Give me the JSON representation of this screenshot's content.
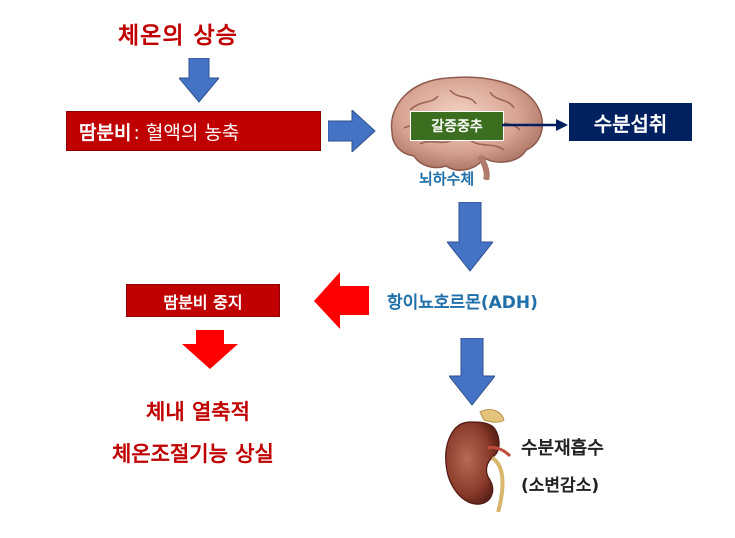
{
  "title": "체온의 상승",
  "sweat_box": {
    "highlight": "땀분비",
    "rest": " : 혈액의 농축"
  },
  "thirst_center": "갈증중추",
  "pituitary": "뇌하수체",
  "water_intake": "수분섭취",
  "adh": "항이뇨호르몬(ADH)",
  "sweat_stop": "땀분비 중지",
  "result_line1": "체내 열축적",
  "result_line2": "체온조절기능 상실",
  "reabsorb": "수분재흡수",
  "urine": "(소변감소)",
  "colors": {
    "red": "#c00000",
    "blue_arrow": "#4472c4",
    "bright_red": "#ff0000",
    "navy": "#002060",
    "green": "#3c6e1f"
  }
}
